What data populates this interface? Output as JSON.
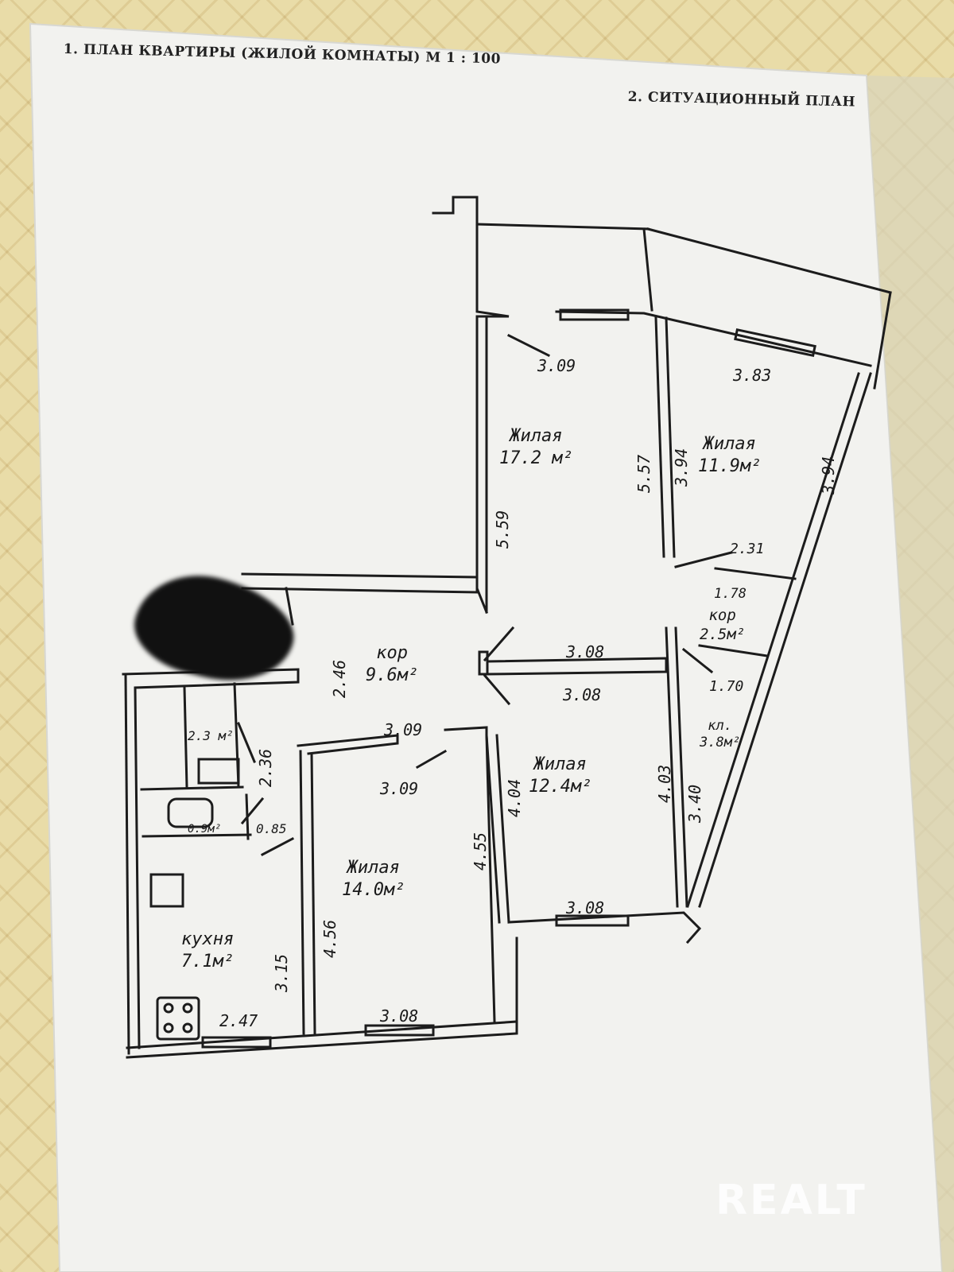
{
  "titles": {
    "plan": "1. ПЛАН КВАРТИРЫ (ЖИЛОЙ КОМНАТЫ) М 1 : 100",
    "situation": "2. СИТУАЦИОННЫЙ ПЛАН"
  },
  "rooms": {
    "living_17": {
      "name": "Жилая",
      "area": "17.2 м²"
    },
    "living_11": {
      "name": "Жилая",
      "area": "11.9м²"
    },
    "corridor_25": {
      "name": "кор",
      "area": "2.5м²"
    },
    "corridor_96": {
      "name": "кор",
      "area": "9.6м²"
    },
    "living_12": {
      "name": "Жилая",
      "area": "12.4м²"
    },
    "storage": {
      "name": "кл.",
      "area": "3.8м²"
    },
    "living_14": {
      "name": "Жилая",
      "area": "14.0м²"
    },
    "bathroom": {
      "area": "2.3 м²"
    },
    "wc": {
      "area": "0.9м²"
    },
    "kitchen": {
      "name": "кухня",
      "area": "7.1м²"
    }
  },
  "dimensions": {
    "d309_top": "3.09",
    "d383": "3.83",
    "d559": "5.59",
    "d557": "5.57",
    "d394_a": "3.94",
    "d394_b": "3.94",
    "d231": "2.31",
    "d178": "1.78",
    "d246": "2.46",
    "d308_a": "3.08",
    "d308_b": "3.08",
    "d170": "1.70",
    "d309_c": "3.09",
    "d309_d": "3.09",
    "d404": "4.04",
    "d403": "4.03",
    "d340": "3.40",
    "d236": "2.36",
    "d085": "0.85",
    "d455": "4.55",
    "d456": "4.56",
    "d315": "3.15",
    "d247": "2.47",
    "d308_c": "3.08",
    "d308_d": "3.08"
  },
  "watermark": "REALT",
  "colors": {
    "paper": "#f3f3f1",
    "ink": "#1a1a1a",
    "background": "#e9dca8"
  }
}
